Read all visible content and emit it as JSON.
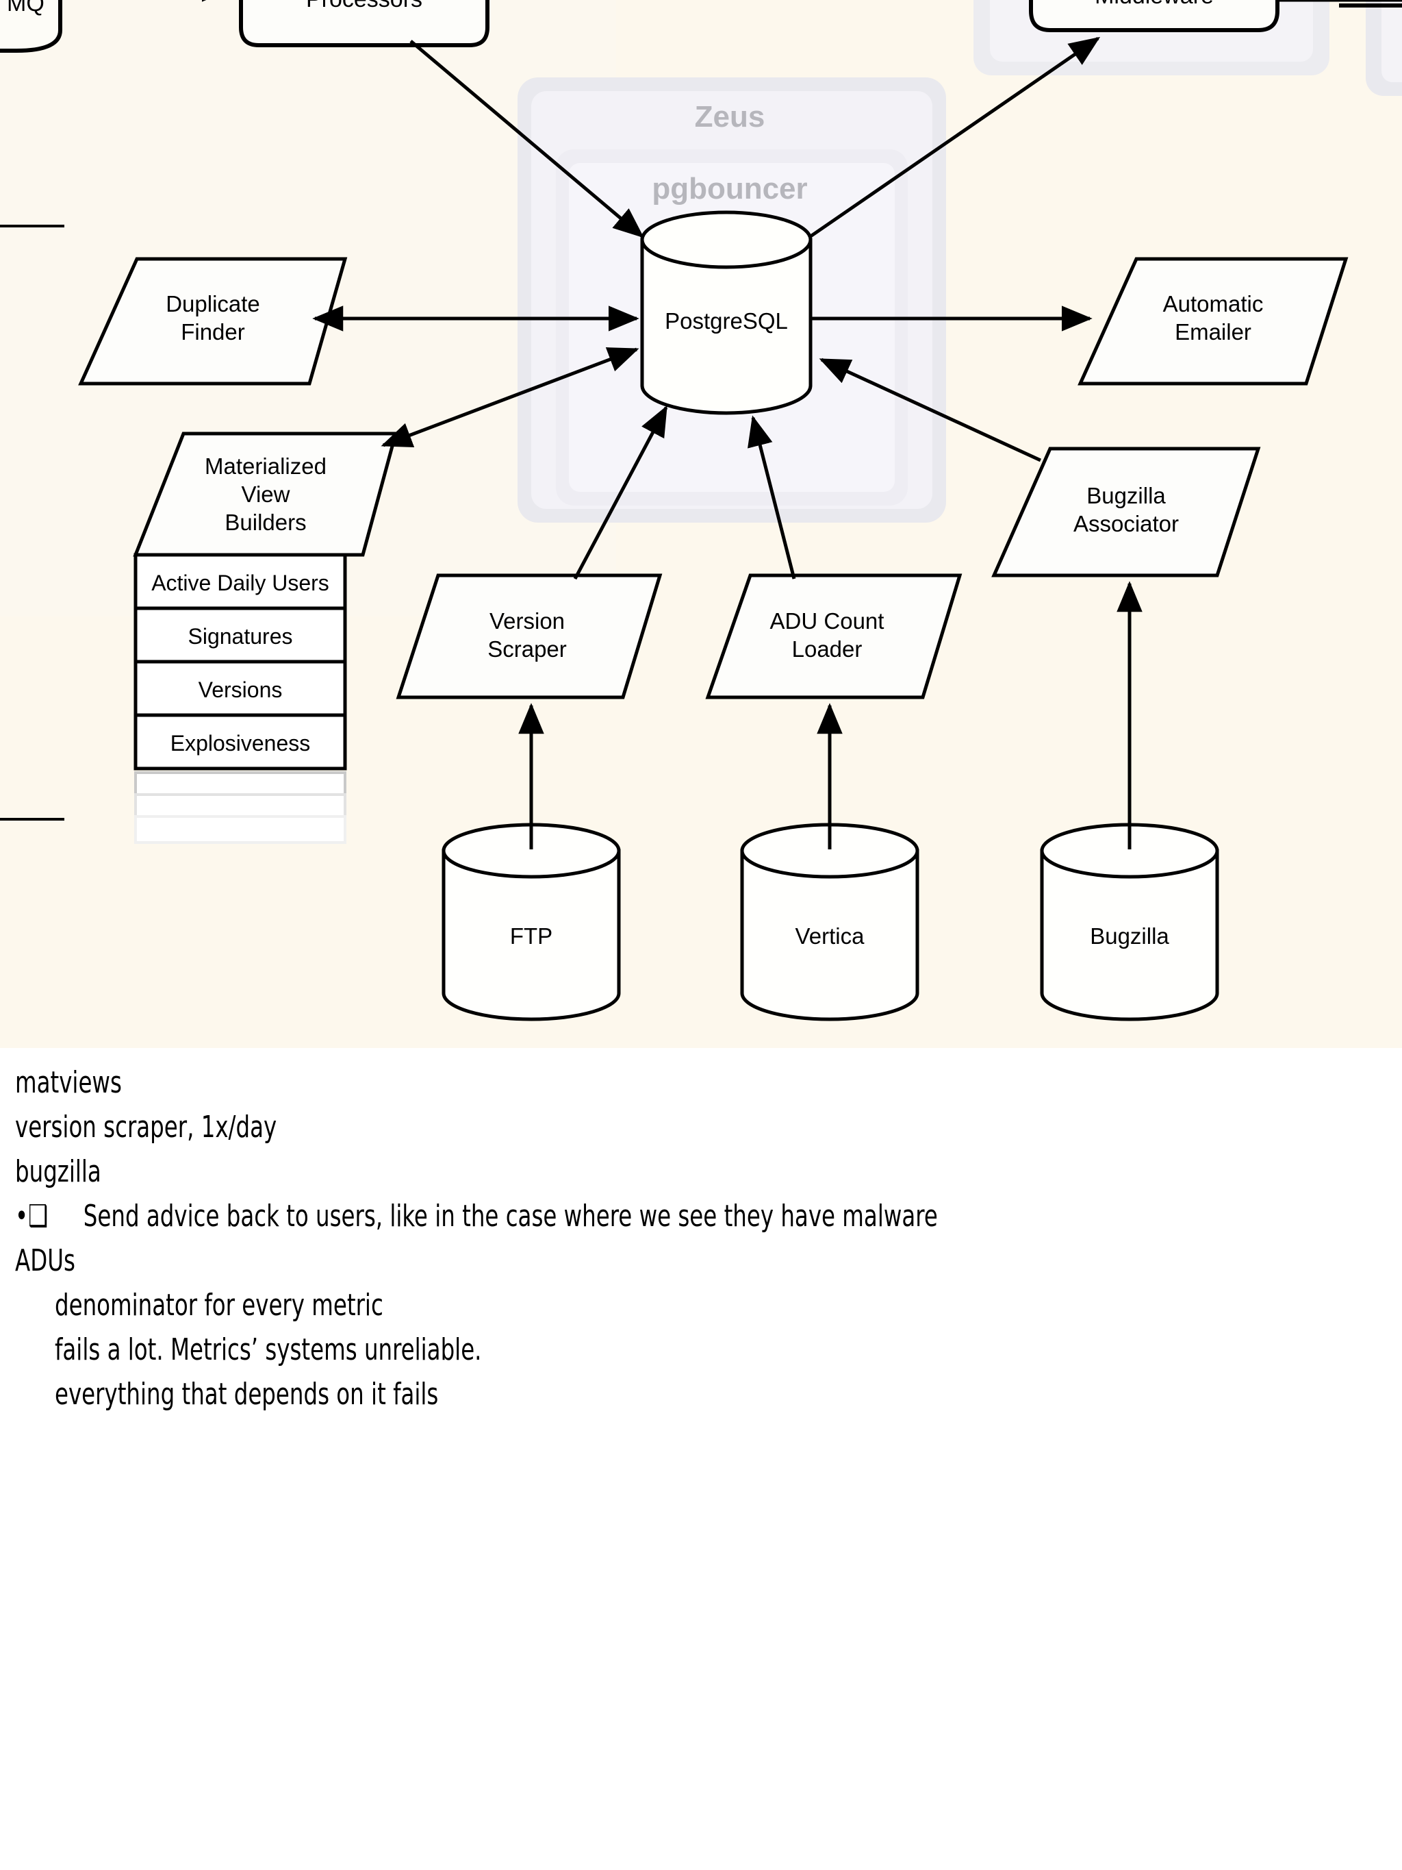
{
  "diagram": {
    "title_hidden": "",
    "background_color": "#fdf8ec",
    "containers": [
      {
        "id": "zeus",
        "label": "Zeus",
        "color": "#e8e8ec"
      },
      {
        "id": "pgbouncer",
        "label": "pgbouncer",
        "color": "#f2f1f6"
      },
      {
        "id": "middleware-group",
        "label": "",
        "color": "#ededf1"
      },
      {
        "id": "right-group",
        "label": "",
        "color": "#ededf1"
      }
    ],
    "nodes": [
      {
        "id": "mq",
        "label": "MQ",
        "shape": "cylinder",
        "clipped": true
      },
      {
        "id": "processors",
        "label": "Processors",
        "shape": "rounded-rect",
        "clipped": true
      },
      {
        "id": "middleware",
        "label": "Middleware",
        "shape": "rounded-rect",
        "clipped": true
      },
      {
        "id": "postgresql",
        "label": "PostgreSQL",
        "shape": "cylinder"
      },
      {
        "id": "duplicate-finder",
        "label": "Duplicate Finder",
        "shape": "parallelogram"
      },
      {
        "id": "automatic-emailer",
        "label": "Automatic Emailer",
        "shape": "parallelogram"
      },
      {
        "id": "materialized-view-builders",
        "label": "Materialized View Builders",
        "shape": "parallelogram-stack"
      },
      {
        "id": "bugzilla-associator",
        "label": "Bugzilla Associator",
        "shape": "parallelogram"
      },
      {
        "id": "version-scraper",
        "label": "Version Scraper",
        "shape": "parallelogram"
      },
      {
        "id": "adu-count-loader",
        "label": "ADU Count Loader",
        "shape": "parallelogram"
      },
      {
        "id": "ftp",
        "label": "FTP",
        "shape": "cylinder"
      },
      {
        "id": "vertica",
        "label": "Vertica",
        "shape": "cylinder"
      },
      {
        "id": "bugzilla",
        "label": "Bugzilla",
        "shape": "cylinder"
      }
    ],
    "matview_rows": [
      "Active Daily Users",
      "Signatures",
      "Versions",
      "Explosiveness"
    ],
    "node_labels": {
      "mq": "MQ",
      "processors": "Processors",
      "middleware": "Middleware",
      "postgresql": "PostgreSQL",
      "zeus": "Zeus",
      "pgbouncer": "pgbouncer",
      "duplicate_finder_l1": "Duplicate",
      "duplicate_finder_l2": "Finder",
      "automatic_emailer_l1": "Automatic",
      "automatic_emailer_l2": "Emailer",
      "matview_l1": "Materialized",
      "matview_l2": "View",
      "matview_l3": "Builders",
      "bugzilla_assoc_l1": "Bugzilla",
      "bugzilla_assoc_l2": "Associator",
      "version_scraper_l1": "Version",
      "version_scraper_l2": "Scraper",
      "adu_loader_l1": "ADU Count",
      "adu_loader_l2": "Loader",
      "ftp": "FTP",
      "vertica": "Vertica",
      "bugzilla": "Bugzilla"
    }
  },
  "notes": {
    "lines": [
      {
        "text": "matviews",
        "indent": 0
      },
      {
        "text": "version scraper, 1x/day",
        "indent": 0
      },
      {
        "text": "bugzilla",
        "indent": 0
      },
      {
        "text": "•❑     Send advice back to users, like in the case where we see they have malware",
        "indent": 0
      },
      {
        "text": "ADUs",
        "indent": 0
      },
      {
        "text": "denominator for every metric",
        "indent": 2
      },
      {
        "text": "fails a lot. Metrics’ systems unreliable.",
        "indent": 2
      },
      {
        "text": "everything that depends on it fails",
        "indent": 2
      }
    ]
  }
}
